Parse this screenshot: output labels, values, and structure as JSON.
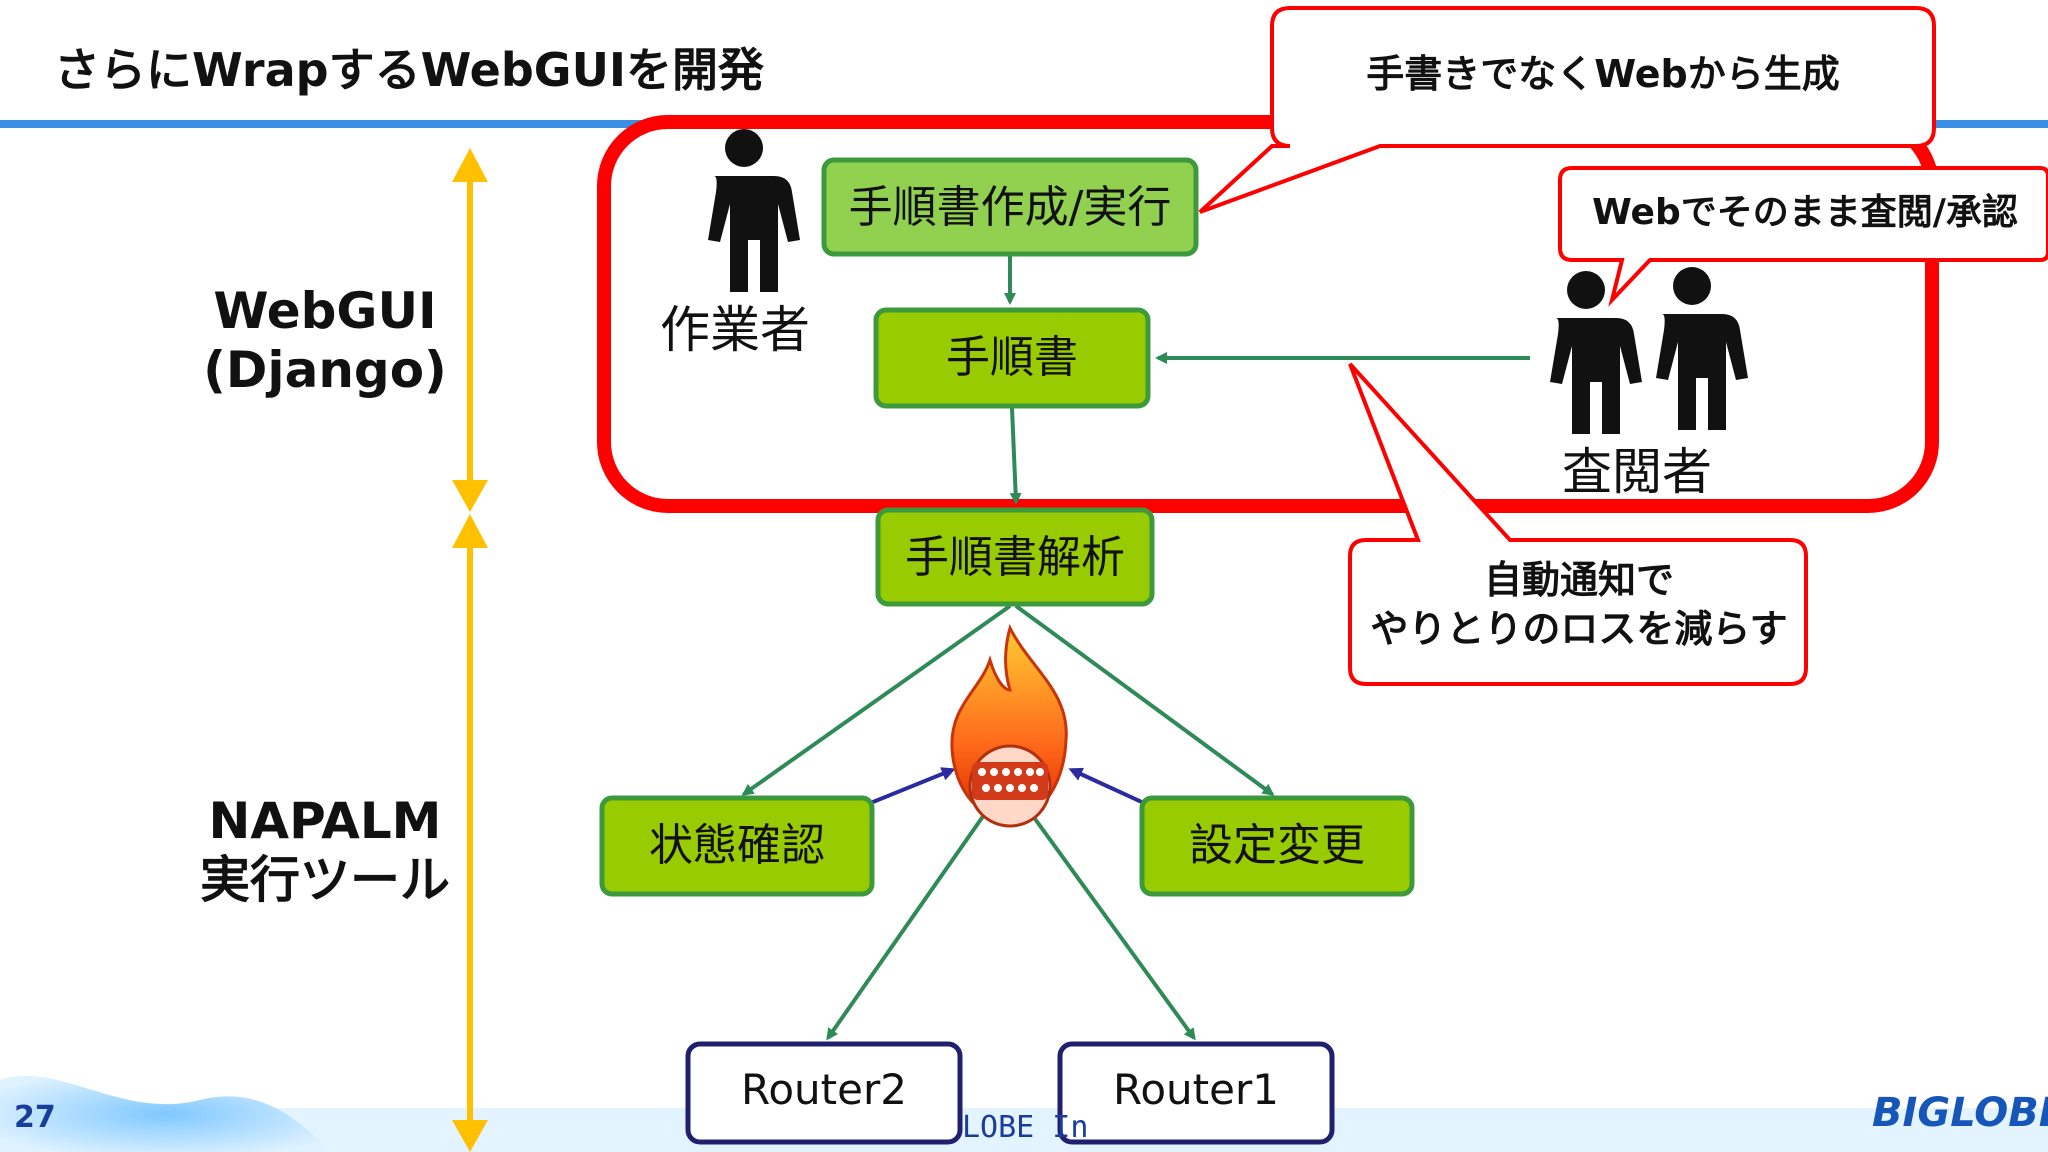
{
  "title": "さらにWrapするWebGUIを開発",
  "side_labels": {
    "webgui": [
      "WebGUI",
      "(Django)"
    ],
    "napalm": [
      "NAPALM",
      "実行ツール"
    ]
  },
  "people": {
    "worker": "作業者",
    "reviewer": "査閲者"
  },
  "nodes": {
    "create": "手順書作成/実行",
    "doc": "手順書",
    "parse": "手順書解析",
    "status": "状態確認",
    "config": "設定変更",
    "router2": "Router2",
    "router1": "Router1"
  },
  "callouts": {
    "web_generate": "手書きでなくWebから生成",
    "web_review": "Webでそのまま査閲/承認",
    "notify": [
      "自動通知で",
      "やりとりのロスを減らす"
    ]
  },
  "footer": {
    "page": "27",
    "company": "LOBE In",
    "brand": "BIGLOBE"
  },
  "colors": {
    "green_box": "#99cc00",
    "light_green_box": "#92d050",
    "box_border": "#3c9a3c",
    "arrow_green": "#2e8b57",
    "red_frame": "#ff0000",
    "yellow_arrow": "#ffc000",
    "header_line": "#3a8ee6",
    "router_border": "#20206e"
  }
}
